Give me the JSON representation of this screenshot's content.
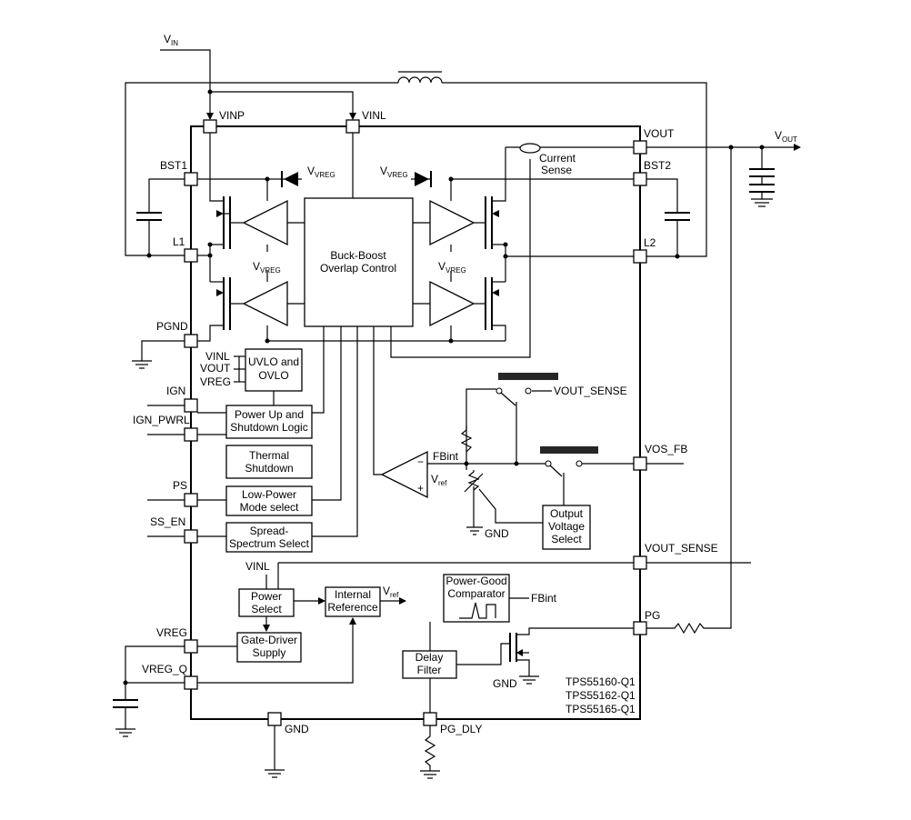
{
  "ext": {
    "vin": "V",
    "vin_sub": "IN",
    "vout": "V",
    "vout_sub": "OUT"
  },
  "pins": {
    "vinp": "VINP",
    "vinl": "VINL",
    "vout": "VOUT",
    "bst1": "BST1",
    "bst2": "BST2",
    "l1": "L1",
    "l2": "L2",
    "pgnd": "PGND",
    "ign": "IGN",
    "ign_pwrl": "IGN_PWRL",
    "ps": "PS",
    "ss_en": "SS_EN",
    "vreg": "VREG",
    "vreg_q": "VREG_Q",
    "gnd": "GND",
    "pg_dly": "PG_DLY",
    "vos_fb": "VOS_FB",
    "vout_sense": "VOUT_SENSE",
    "pg": "PG"
  },
  "blocks": {
    "buck_boost": [
      "Buck-Boost",
      "Overlap Control"
    ],
    "uvlo": [
      "UVLO and",
      "OVLO"
    ],
    "power_up": [
      "Power Up and",
      "Shutdown Logic"
    ],
    "thermal": [
      "Thermal",
      "Shutdown"
    ],
    "low_power": [
      "Low-Power",
      "Mode select"
    ],
    "spread": [
      "Spread-",
      "Spectrum Select"
    ],
    "power_select": [
      "Power",
      "Select"
    ],
    "internal_ref": [
      "Internal",
      "Reference"
    ],
    "gate_driver": [
      "Gate-Driver",
      "Supply"
    ],
    "power_good": [
      "Power-Good",
      "Comparator"
    ],
    "delay": [
      "Delay",
      "Filter"
    ],
    "output_voltage": [
      "Output",
      "Voltage",
      "Select"
    ]
  },
  "labels": {
    "current_sense": [
      "Current",
      "Sense"
    ],
    "vvreg_v": "V",
    "vvreg_sub": "VREG",
    "uvlo_vinl": "VINL",
    "uvlo_vout": "VOUT",
    "uvlo_vreg": "VREG",
    "ps_vinl": "VINL",
    "fbint": "FBint",
    "fbint2": "FBint",
    "vref_v": "V",
    "vref_sub": "ref",
    "gnd_fb": "GND",
    "gnd_pg": "GND",
    "sw_vout_sense": "VOUT_SENSE",
    "minus": "−",
    "plus": "+"
  },
  "part_numbers": [
    "TPS55160-Q1",
    "TPS55162-Q1",
    "TPS55165-Q1"
  ]
}
